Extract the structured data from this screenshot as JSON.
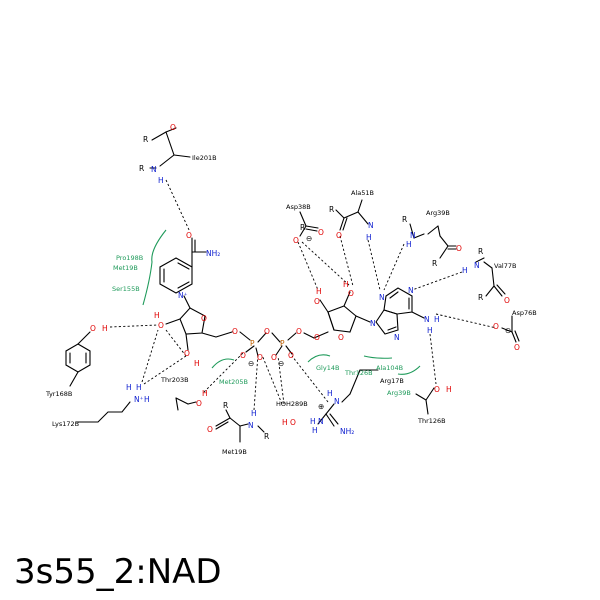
{
  "title": "3s55_2:NAD",
  "colors": {
    "oxygen": "#e00000",
    "nitrogen": "#1020d0",
    "carbon": "#000000",
    "phosphorus": "#c06000",
    "hydrophobic": "#1e9a5a"
  },
  "residues": {
    "ile201b": "Ile201B",
    "pro198b": "Pro198B",
    "met19b_top": "Met19B",
    "ser155b": "Ser155B",
    "tyr168b": "Tyr168B",
    "lys172b": "Lys172B",
    "thr203b": "Thr203B",
    "met205b": "Met205B",
    "met19b_bottom": "Met19B",
    "hoh289b": "HOH289B",
    "asp38b": "Asp38B",
    "ala51b": "Ala51B",
    "arg39b_top": "Arg39B",
    "val77b": "Val77B",
    "asp76b": "Asp76B",
    "gly14b": "Gly14B",
    "thr126b_mid": "Thr126B",
    "ala104b": "Ala104B",
    "arg17b": "Arg17B",
    "arg39b_bottom": "Arg39B",
    "thr126b_bottom": "Thr126B"
  },
  "atoms": {
    "R": "R",
    "O": "O",
    "N": "N",
    "H": "H",
    "P": "P",
    "NH2": "NH₂",
    "Nplus": "N⁺",
    "OH": "OH",
    "minus": "⊖",
    "plus": "⊕"
  }
}
